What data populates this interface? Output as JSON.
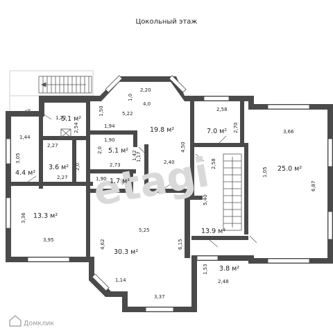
{
  "title": "Цокольный этаж",
  "watermark": "etagi",
  "brand": "Домклик",
  "rooms": [
    {
      "id": "r-5-1a",
      "area": "5.1 м²",
      "dims": [
        "1,22",
        "2,54",
        "2,27"
      ]
    },
    {
      "id": "r-4-4",
      "area": "4.4 м²",
      "dims": [
        "1,44",
        "3,05"
      ]
    },
    {
      "id": "r-3-6",
      "area": "3.6 м²",
      "dims": [
        "2,0",
        "2,27"
      ]
    },
    {
      "id": "r-13-3",
      "area": "13.3 м²",
      "dims": [
        "3,36",
        "3,95"
      ]
    },
    {
      "id": "r-19-8",
      "area": "19.8 м²",
      "dims": [
        "2,20",
        "1,0",
        "4,0",
        "1,50",
        "5,22",
        "1,94",
        "4,50",
        "2,40"
      ]
    },
    {
      "id": "r-5-1b",
      "area": "5.1 м²",
      "dims": [
        "1,90",
        "2,0",
        "1,17",
        "1,42",
        "2,73"
      ]
    },
    {
      "id": "r-1-7",
      "area": "1.7 м²",
      "dims": [
        "1,90"
      ]
    },
    {
      "id": "r-30-3",
      "area": "30.3 м²",
      "dims": [
        "5,25",
        "4,62",
        "6,15",
        "1,14",
        "3,37"
      ]
    },
    {
      "id": "r-7-0",
      "area": "7.0 м²",
      "dims": [
        "2,58",
        "2,70"
      ]
    },
    {
      "id": "r-13-9",
      "area": "13.9 м²",
      "dims": [
        "2,58",
        "5,40"
      ]
    },
    {
      "id": "r-3-8",
      "area": "3.8 м²",
      "dims": [
        "1,53",
        "2,48"
      ]
    },
    {
      "id": "r-25-0",
      "area": "25.0 м²",
      "dims": [
        "3,66",
        "1,05",
        "6,87"
      ]
    }
  ],
  "colors": {
    "wall": "#4a4a4a",
    "window": "#ffffff",
    "watermark": "#d9d9d9"
  }
}
